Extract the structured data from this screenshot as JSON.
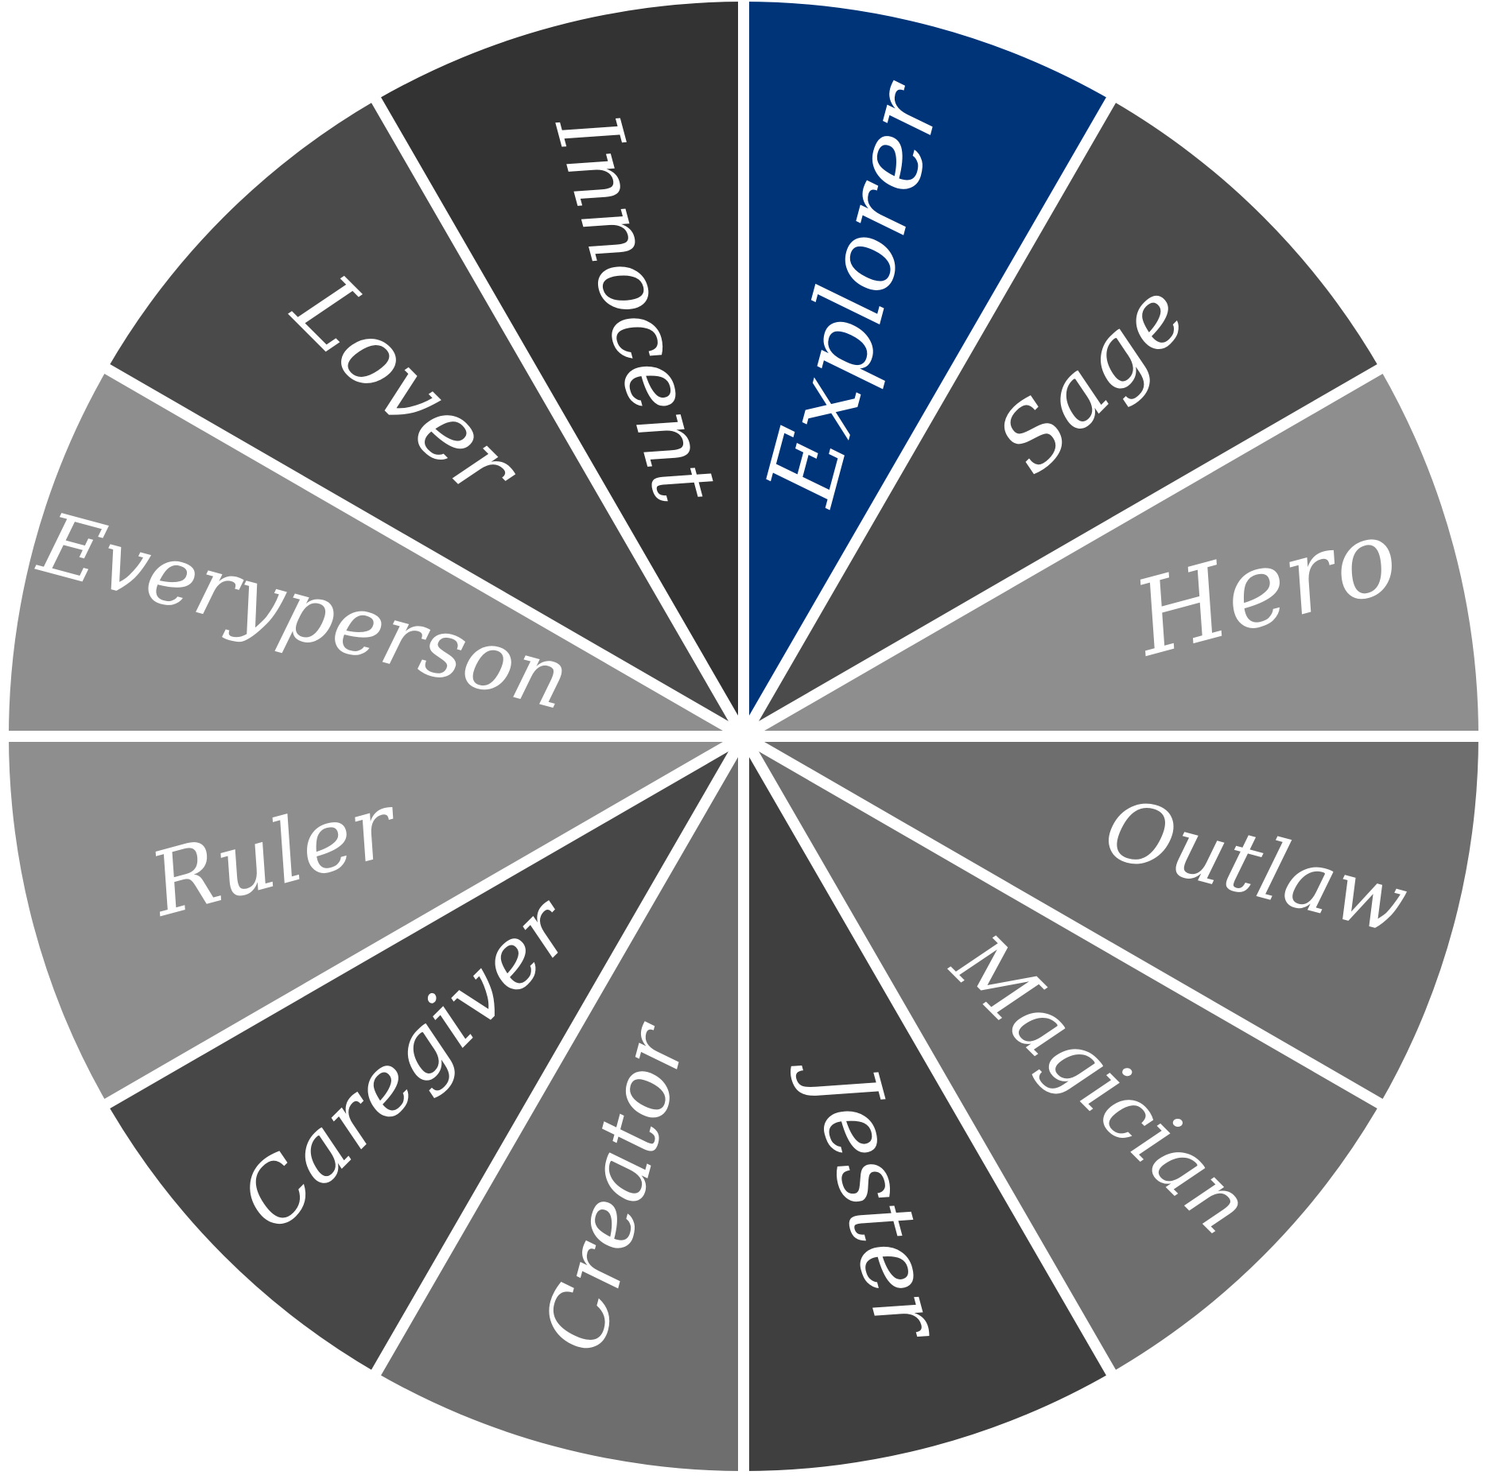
{
  "wheel": {
    "segments": [
      {
        "label": "Explorer",
        "color": "#003478"
      },
      {
        "label": "Sage",
        "color": "#4b4b4b"
      },
      {
        "label": "Hero",
        "color": "#8e8e8e"
      },
      {
        "label": "Outlaw",
        "color": "#6e6e6e"
      },
      {
        "label": "Magician",
        "color": "#6e6e6e"
      },
      {
        "label": "Jester",
        "color": "#3f3f3f"
      },
      {
        "label": "Creator",
        "color": "#6e6e6e"
      },
      {
        "label": "Caregiver",
        "color": "#474747"
      },
      {
        "label": "Ruler",
        "color": "#8e8e8e"
      },
      {
        "label": "Everyperson",
        "color": "#8e8e8e"
      },
      {
        "label": "Lover",
        "color": "#4a4a4a"
      },
      {
        "label": "Innocent",
        "color": "#333333"
      }
    ],
    "divider_color": "#ffffff",
    "background_color": "#ffffff"
  }
}
